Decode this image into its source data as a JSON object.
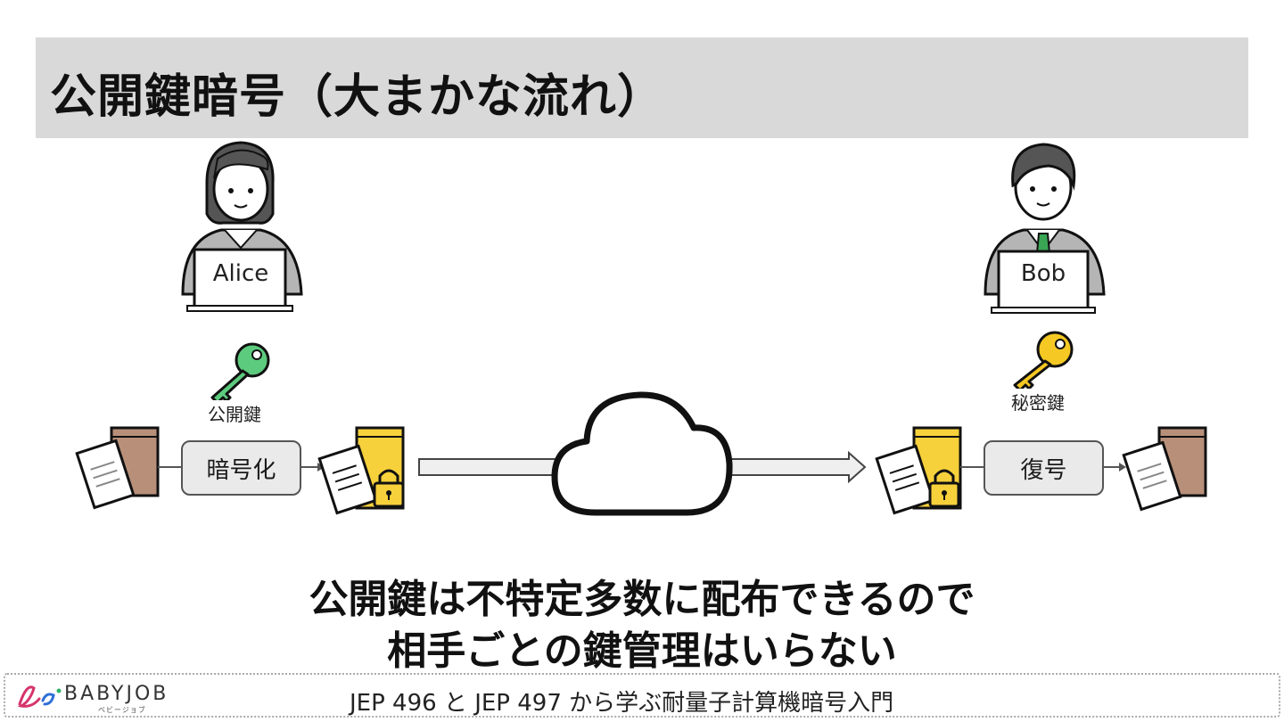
{
  "title": "公開鍵暗号（大まかな流れ）",
  "alice": {
    "name": "Alice",
    "key_label": "公開鍵",
    "process_label": "暗号化"
  },
  "bob": {
    "name": "Bob",
    "key_label": "秘密鍵",
    "process_label": "復号"
  },
  "message": {
    "line1": "公開鍵は不特定多数に配布できるので",
    "line2": "相手ごとの鍵管理はいらない"
  },
  "footer": {
    "brand": "BABYJOB",
    "brand_sub": "ベビージョブ",
    "caption": "JEP 496 と JEP 497 から学ぶ耐量子計算機暗号入門"
  },
  "colors": {
    "public_key": "#5dcb7d",
    "private_key": "#f5c823",
    "lock_box": "#f7d13b",
    "plain_box": "#b8907a",
    "title_bg": "#d9d9d9"
  }
}
